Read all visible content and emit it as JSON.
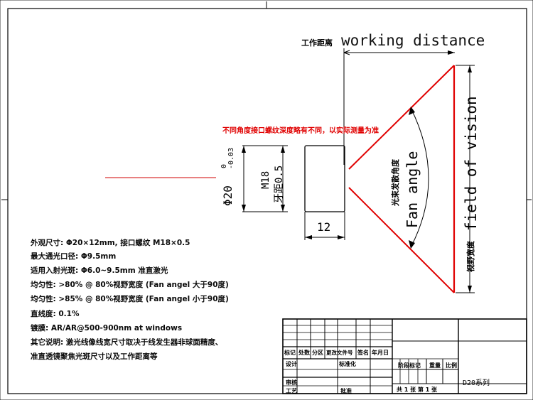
{
  "drawing": {
    "working_distance_cn": "工作距离",
    "working_distance_en": "working distance",
    "field_of_vision_en": "field of vision",
    "field_of_vision_cn": "视野宽度",
    "fan_angle_en": "Fan angle",
    "fan_angle_cn": "光束发散角度",
    "note_red": "不同角度接口螺纹深度略有不同，以实际测量为准",
    "diameter_label": "Φ20",
    "tolerance_upper": "0",
    "tolerance_lower": "-0.03",
    "thread_label": "M18",
    "thread_pitch_label": "牙距0.5",
    "length_label": "12"
  },
  "specs": [
    "外观尺寸: Φ20×12mm,  接口螺纹 M18×0.5",
    "最大通光口径: Φ9.5mm",
    "适用入射光斑: Φ6.0~9.5mm  准直激光",
    "均匀性: >80% @ 80%视野宽度 (Fan angel 大于90度)",
    "均匀性: >85% @ 80%视野宽度 (Fan angel 小于90度)",
    "直线度: 0.1%",
    "镀膜: AR/AR@500-900nm at windows",
    "其它说明: 激光线像线宽尺寸取决于线发生器非球面精度、",
    "准直透镜聚焦光斑尺寸以及工作距离等"
  ],
  "title_block": {
    "row1": [
      "标记",
      "处数",
      "分区",
      "更改文件号",
      "签名",
      "年月日"
    ],
    "design": "设计",
    "standardize": "标准化",
    "stage_mark": "阶段标记",
    "weight": "重量",
    "scale": "比例",
    "review": "审核",
    "process": "工艺",
    "approve": "批准",
    "sheets": "共 1 张  第 1 张",
    "series": "D20系列"
  },
  "colors": {
    "line": "#000000",
    "red": "#e00000",
    "frame": "#000000"
  }
}
